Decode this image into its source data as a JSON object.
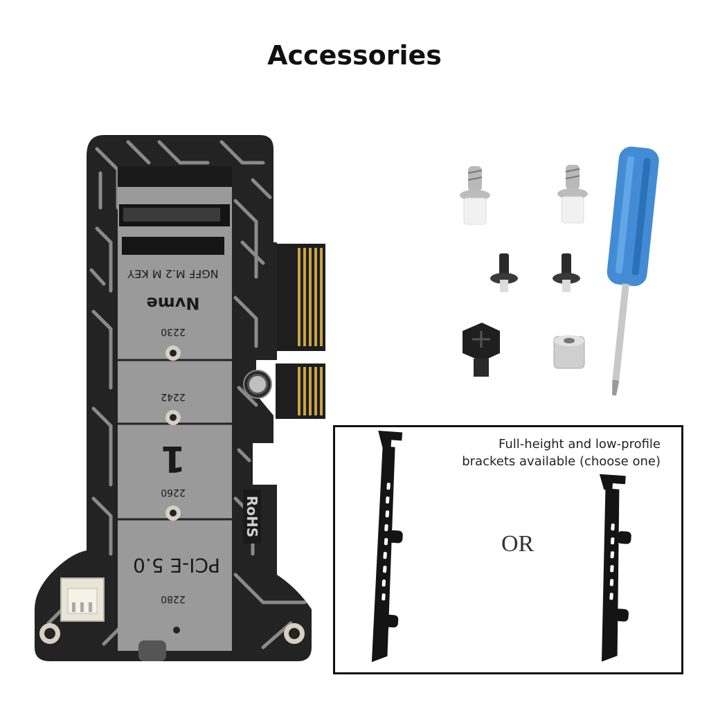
{
  "page": {
    "title": "Accessories"
  },
  "card": {
    "key_label": "NGFF M.2 M KEY",
    "protocol_label": "Nvme",
    "size_labels": [
      "2230",
      "2242",
      "2260",
      "2280"
    ],
    "slot_number": "1",
    "interface_label": "PCI-E 5.0",
    "cert_label": "RoHS"
  },
  "brackets": {
    "caption_line1": "Full-height and low-profile",
    "caption_line2": "brackets available (choose one)",
    "separator": "OR"
  },
  "colors": {
    "pcb": "#232323",
    "trace": "#8a8a8a",
    "pad": "#d8cfc0",
    "gold": "#c9a346",
    "screwdriver": "#2f7fd0"
  }
}
